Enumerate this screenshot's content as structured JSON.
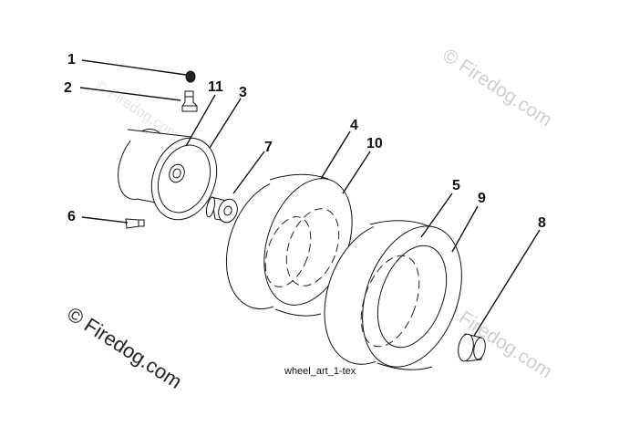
{
  "diagram": {
    "caption": "wheel_art_1-tex",
    "watermarks": {
      "bottom_left": "© Firedog.com",
      "top_right": "© Firedog.com",
      "bottom_right": "© Firedog.com",
      "upper_left_faint": "© Firedog.com"
    },
    "callouts": {
      "c1": "1",
      "c2": "2",
      "c11": "11",
      "c3": "3",
      "c7": "7",
      "c4": "4",
      "c10": "10",
      "c6": "6",
      "c5": "5",
      "c9": "9",
      "c8": "8"
    }
  }
}
